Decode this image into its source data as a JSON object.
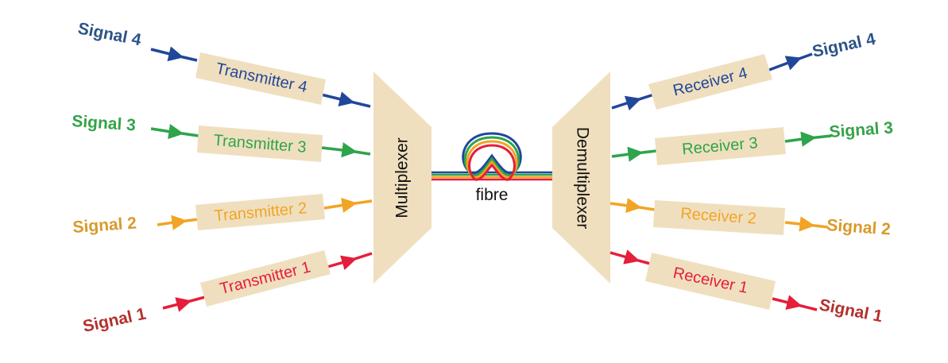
{
  "colors": {
    "signal_4": "#21479b",
    "signal_3": "#2ea44b",
    "signal_2": "#f2a425",
    "signal_1": "#e51e3a",
    "signal_4_text": "#2c5387",
    "signal_3_text": "#35a347",
    "signal_2_text": "#d89a2a",
    "signal_1_text": "#b3302c",
    "box_fill": "#f0dfbe"
  },
  "multiplexer": {
    "label": "Multiplexer"
  },
  "demultiplexer": {
    "label": "Demultiplexer"
  },
  "fibre": {
    "label": "fibre"
  },
  "transmitters": [
    {
      "label": "Transmitter 4",
      "signal": "Signal 4"
    },
    {
      "label": "Transmitter 3",
      "signal": "Signal 3"
    },
    {
      "label": "Transmitter 2",
      "signal": "Signal 2"
    },
    {
      "label": "Transmitter 1",
      "signal": "Signal 1"
    }
  ],
  "receivers": [
    {
      "label": "Receiver 4",
      "signal": "Signal 4"
    },
    {
      "label": "Receiver 3",
      "signal": "Signal 3"
    },
    {
      "label": "Receiver 2",
      "signal": "Signal 2"
    },
    {
      "label": "Receiver 1",
      "signal": "Signal 1"
    }
  ]
}
